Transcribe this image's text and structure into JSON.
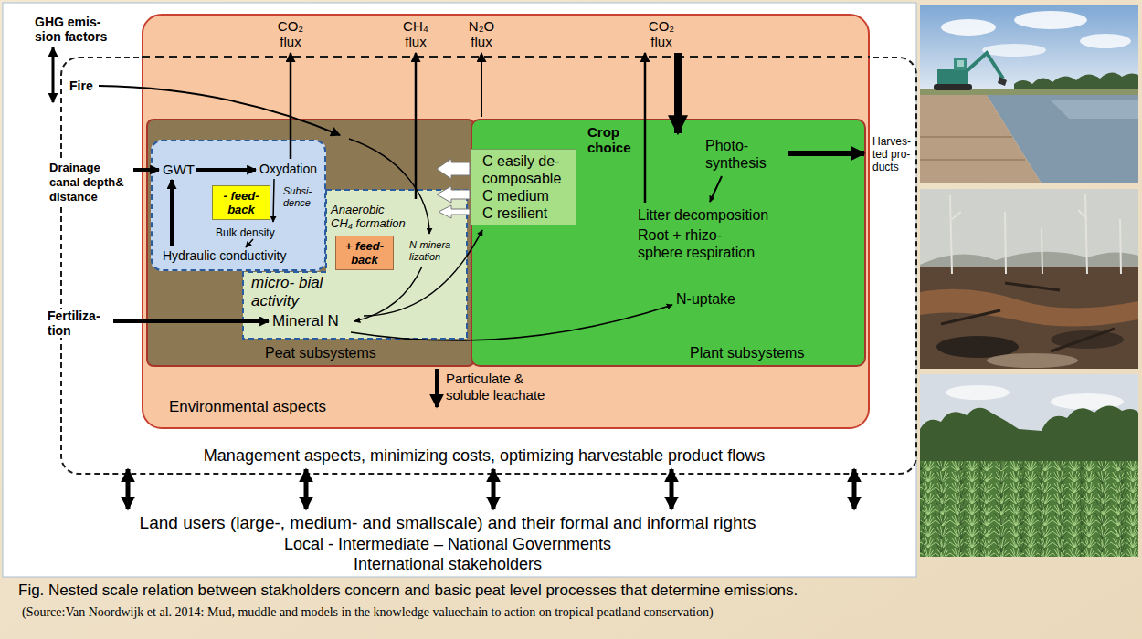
{
  "diagram": {
    "caption": "Fig. Nested scale relation between stakholders concern and basic peat level processes that determine emissions.",
    "nodes": [
      {
        "text": [
          "Fire",
          "Harves- ted pro- ducts",
          "Management aspects, minimizing costs, optimizing harvestable product flows"
        ]
      },
      {
        "text": [
          "CO₂ flux",
          "CH₄ flux",
          "N₂O flux",
          "CO₂ flux",
          "Particulate & soluble leachate",
          "Environmental aspects"
        ],
        "in": 0
      },
      {
        "text": [
          "Peat subsystems"
        ],
        "in": 1
      },
      {
        "text": [
          "GWT",
          "Oxydation",
          "Subsi- dence",
          "Bulk density",
          "Hydraulic conductivity"
        ],
        "in": 2
      },
      {
        "text": [
          "- feed- back"
        ],
        "in": 3
      },
      {
        "text": [
          "Anaerobic CH₄ formation",
          "N-minera- lization",
          "micro- bial activity",
          "Mineral N"
        ],
        "in": 2
      },
      {
        "text": [
          "+ feed- back"
        ],
        "in": 5
      },
      {
        "text": [
          "Crop choice",
          "Photo- synthesis",
          "Litter decomposition",
          "Root + rhizo- sphere respiration",
          "N-uptake",
          "Plant subsystems"
        ],
        "in": 1
      },
      {
        "text": [
          "C easily de- composable",
          "C medium",
          "C resilient"
        ],
        "in": 7
      }
    ],
    "labels": [
      "GHG emis- sion factors",
      "Drainage canal depth& distance",
      "Fertiliza- tion",
      "Land users (large-, medium- and smallscale) and their formal and informal rights",
      "Local - Intermediate – National Governments",
      "International stakeholders",
      "(Source:Van Noordwijk et al. 2014: Mud, muddle and models in the knowledge valuechain to action on tropical peatland conservation)"
    ]
  }
}
